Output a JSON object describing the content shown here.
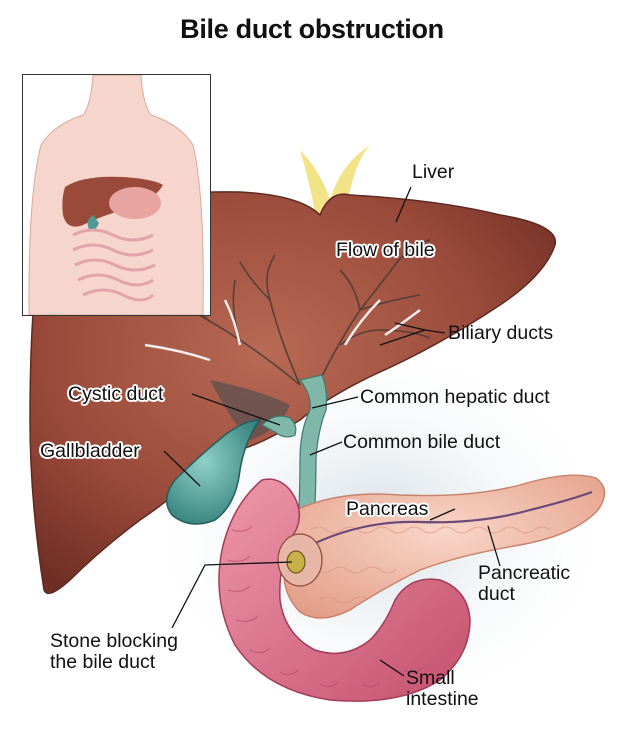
{
  "title": "Bile duct obstruction",
  "labels": {
    "liver": "Liver",
    "flow_of_bile": "Flow of bile",
    "biliary_ducts": "Biliary ducts",
    "cystic_duct": "Cystic duct",
    "common_hepatic_duct": "Common hepatic duct",
    "gallbladder": "Gallbladder",
    "common_bile_duct": "Common bile duct",
    "pancreas": "Pancreas",
    "pancreatic_duct": [
      "Pancreatic",
      "duct"
    ],
    "stone": [
      "Stone blocking",
      "the bile duct"
    ],
    "small_intestine": [
      "Small",
      "intestine"
    ]
  },
  "colors": {
    "liver": "#9a4a3a",
    "gallbladder": "#4f9a95",
    "pancreas": "#f0b9a8",
    "intestine": "#d96b86",
    "ducts": "#7fb8a8",
    "text": "#111111"
  }
}
